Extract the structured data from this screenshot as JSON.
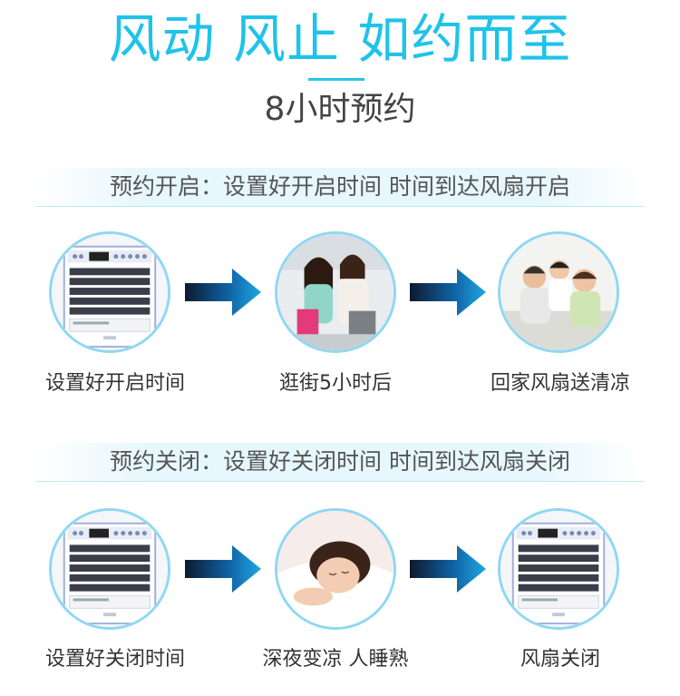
{
  "header": {
    "title": "风动 风止 如约而至",
    "subtitle": "8小时预约"
  },
  "sections": [
    {
      "label": "预约开启：设置好开启时间 时间到达风扇开启",
      "steps": [
        {
          "caption": "设置好开启时间",
          "image": "air-cooler-panel"
        },
        {
          "caption": "逛街5小时后",
          "image": "two-women-shopping"
        },
        {
          "caption": "回家风扇送清凉",
          "image": "family-on-sofa"
        }
      ]
    },
    {
      "label": "预约关闭：设置好关闭时间 时间到达风扇关闭",
      "steps": [
        {
          "caption": "设置好关闭时间",
          "image": "air-cooler-panel"
        },
        {
          "caption": "深夜变凉 人睡熟",
          "image": "woman-sleeping"
        },
        {
          "caption": "风扇关闭",
          "image": "air-cooler-panel"
        }
      ]
    }
  ],
  "colors": {
    "accent": "#1fc3ea",
    "arrow_dark": "#0d1a2e",
    "arrow_light": "#1a9ad6",
    "circle_border": "#8fd8f2"
  }
}
